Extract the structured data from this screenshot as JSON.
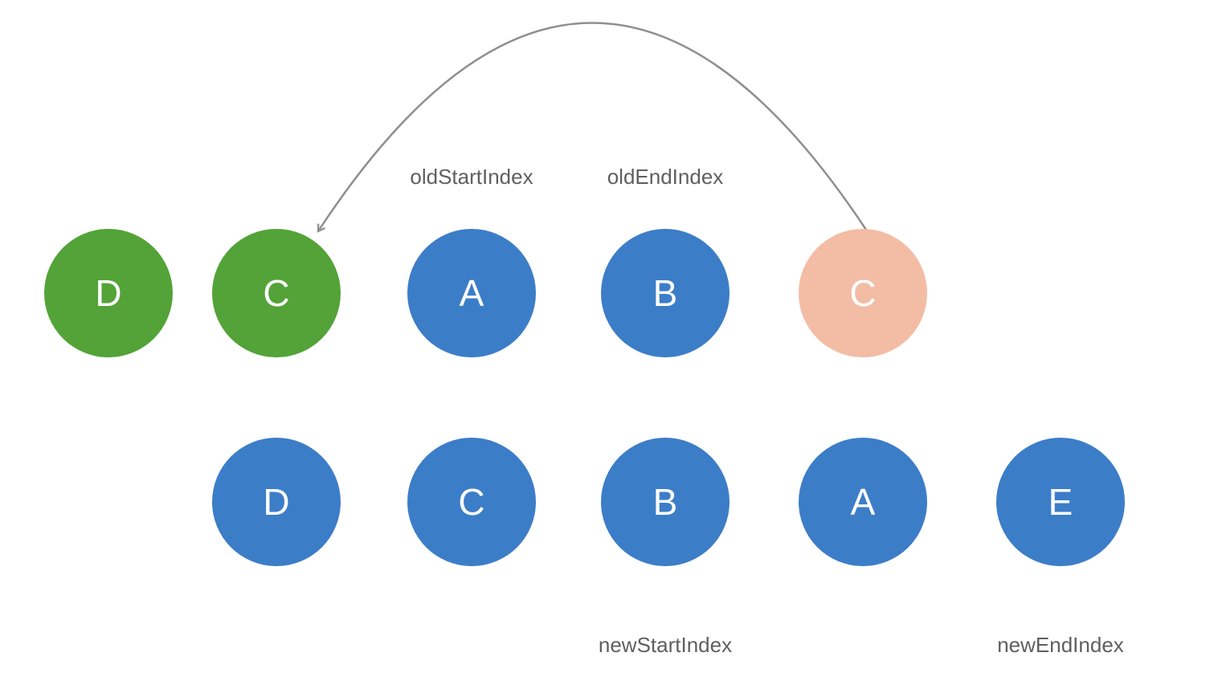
{
  "old_row": {
    "labels": [
      {
        "text": "oldStartIndex"
      },
      {
        "text": "oldEndIndex"
      }
    ],
    "nodes": [
      {
        "letter": "D",
        "color": "green"
      },
      {
        "letter": "C",
        "color": "green"
      },
      {
        "letter": "A",
        "color": "blue"
      },
      {
        "letter": "B",
        "color": "blue"
      },
      {
        "letter": "C",
        "color": "salmon"
      }
    ]
  },
  "new_row": {
    "nodes": [
      {
        "letter": "D",
        "color": "blue"
      },
      {
        "letter": "C",
        "color": "blue"
      },
      {
        "letter": "B",
        "color": "blue"
      },
      {
        "letter": "A",
        "color": "blue"
      },
      {
        "letter": "E",
        "color": "blue"
      }
    ],
    "labels": [
      {
        "text": "newStartIndex"
      },
      {
        "text": "newEndIndex"
      }
    ]
  },
  "arrow": {
    "from": "old-row-tail-node-c",
    "to": "old-row-green-node-c"
  },
  "colors": {
    "green": "#53A338",
    "blue": "#3C7DC8",
    "salmon": "#F3BCA4",
    "label_text": "#5F5F5F",
    "arrow": "#8F8F8F",
    "node_letter": "#FFFFFF",
    "background": "#FFFFFF"
  }
}
